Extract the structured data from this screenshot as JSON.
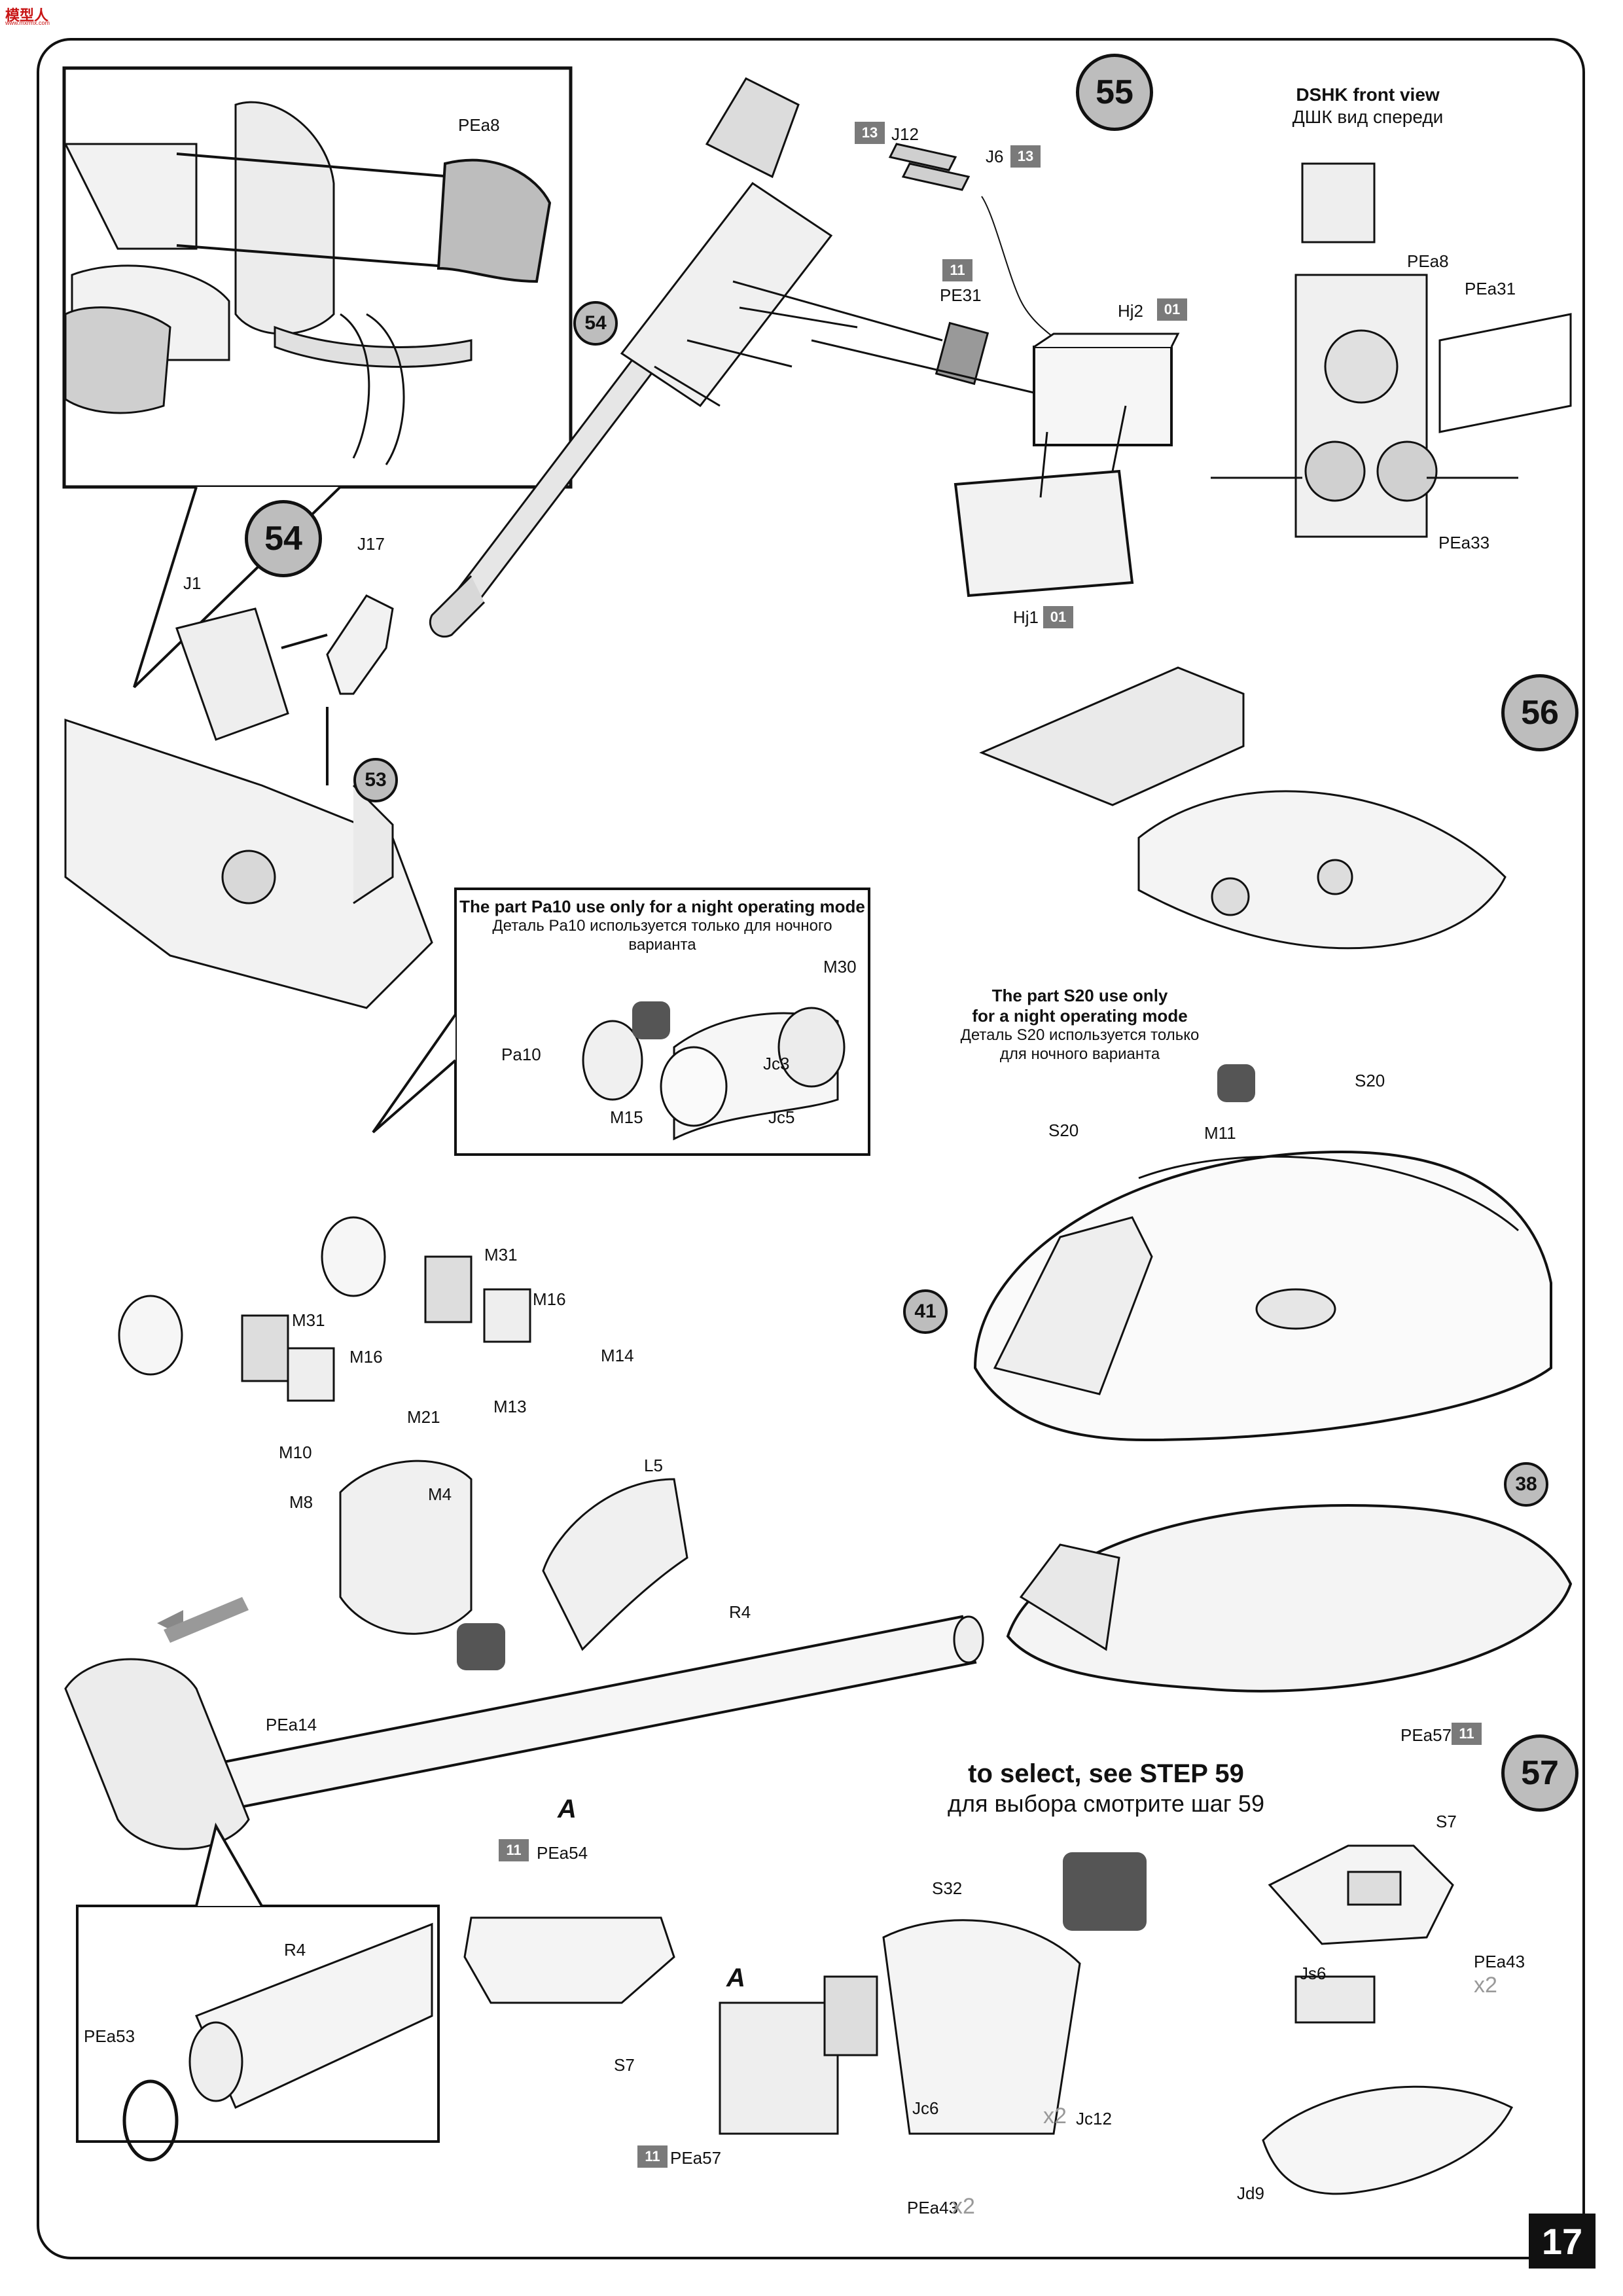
{
  "watermark": {
    "logo": "模型人",
    "subtext": "www.mxrmx.com"
  },
  "page_number": "17",
  "steps": {
    "s54": "54",
    "s55": "55",
    "s56": "56",
    "s57": "57"
  },
  "subassembly_refs": {
    "r53": "53",
    "r54": "54",
    "r41": "41",
    "r38": "38"
  },
  "notes": {
    "dshk_en": "DSHK front view",
    "dshk_ru": "ДШК вид спереди",
    "pa10_en": "The part Pa10 use only for a night operating mode",
    "pa10_ru": "Деталь Pa10 используется только для ночного варианта",
    "s20_en1": "The part S20 use only",
    "s20_en2": "for a night operating mode",
    "s20_ru1": "Деталь S20 используется только",
    "s20_ru2": "для ночного варианта",
    "select_en": "to select, see STEP 59",
    "select_ru": "для выбора смотрите шаг 59"
  },
  "parts": {
    "PEa8_inset": "PEa8",
    "J12": "J12",
    "J6": "J6",
    "PE31": "PE31",
    "Hj2": "Hj2",
    "Hj1": "Hj1",
    "PEa8_front": "PEa8",
    "PEa31": "PEa31",
    "PEa33": "PEa33",
    "J1": "J1",
    "J17": "J17",
    "M30": "M30",
    "Pa10": "Pa10",
    "Jc3": "Jc3",
    "M15": "M15",
    "Jc5": "Jc5",
    "S20_a": "S20",
    "S20_b": "S20",
    "M11": "M11",
    "M31_a": "M31",
    "M31_b": "M31",
    "M16_a": "M16",
    "M16_b": "M16",
    "M14": "M14",
    "M13": "M13",
    "M21": "M21",
    "M10": "M10",
    "M8": "M8",
    "M4": "M4",
    "L5": "L5",
    "R4_a": "R4",
    "R4_b": "R4",
    "PEa14": "PEa14",
    "PEa53": "PEa53",
    "A_a": "A",
    "A_b": "A",
    "PEa54": "PEa54",
    "S7_a": "S7",
    "S32": "S32",
    "Jc6": "Jc6",
    "Jc12": "Jc12",
    "PEa57_a": "PEa57",
    "PEa43_a": "PEa43",
    "PEa57_b": "PEa57",
    "S7_b": "S7",
    "PEa43_b": "PEa43",
    "Js6": "Js6",
    "Jd9": "Jd9"
  },
  "sprue_refs": {
    "J12": "13",
    "J6": "13",
    "PE31": "11",
    "Hj2": "01",
    "Hj1": "01",
    "PEa54": "11",
    "PEa57_a": "11",
    "PEa57_b": "11"
  },
  "multipliers": {
    "Jc12": "x2",
    "PEa43_a": "x2",
    "PEa43_b": "x2"
  }
}
